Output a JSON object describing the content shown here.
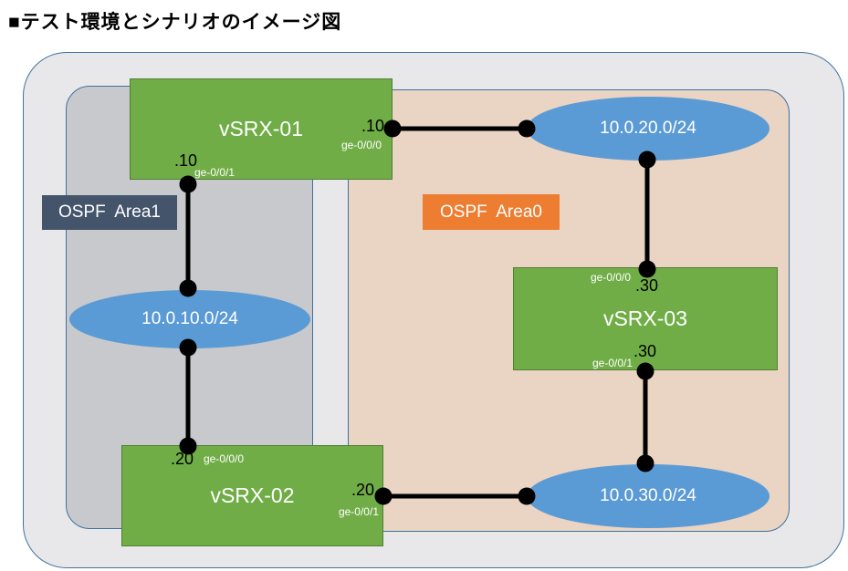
{
  "title": "■テスト環境とシナリオのイメージ図",
  "colors": {
    "router_fill": "#70AD47",
    "router_border": "#507E32",
    "network_fill": "#5B9BD5",
    "area1_label_bg": "#44546A",
    "area0_label_bg": "#ED7D31",
    "area1_fill": "#C7C9CD",
    "area0_fill": "#EAD4C3",
    "outer_fill": "#E8E8EA",
    "boundary_border": "#41719C",
    "link_color": "#000000"
  },
  "areas": {
    "area1": {
      "label": "OSPF  Area1"
    },
    "area0": {
      "label": "OSPF  Area0"
    }
  },
  "routers": {
    "vsrx01": {
      "name": "vSRX-01",
      "if_right_ip": ".10",
      "if_right_name": "ge-0/0/0",
      "if_bottom_ip": ".10",
      "if_bottom_name": "ge-0/0/1"
    },
    "vsrx02": {
      "name": "vSRX-02",
      "if_top_ip": ".20",
      "if_top_name": "ge-0/0/0",
      "if_right_ip": ".20",
      "if_right_name": "ge-0/0/1"
    },
    "vsrx03": {
      "name": "vSRX-03",
      "if_top_ip": ".30",
      "if_top_name": "ge-0/0/0",
      "if_bottom_ip": ".30",
      "if_bottom_name": "ge-0/0/1"
    }
  },
  "networks": {
    "net20": {
      "cidr": "10.0.20.0/24"
    },
    "net10": {
      "cidr": "10.0.10.0/24"
    },
    "net30": {
      "cidr": "10.0.30.0/24"
    }
  }
}
